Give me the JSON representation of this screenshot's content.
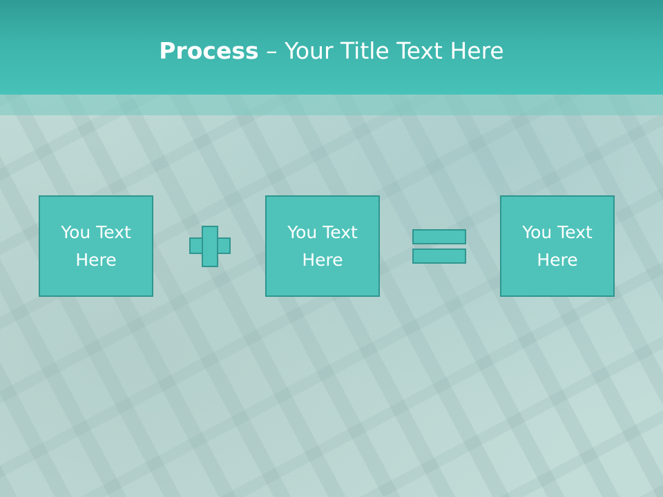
{
  "slide": {
    "title_bold": "Process",
    "title_rest": " – Your Title Text Here",
    "boxes": [
      {
        "line1": "You Text",
        "line2": "Here"
      },
      {
        "line1": "You Text",
        "line2": "Here"
      },
      {
        "line1": "You Text",
        "line2": "Here"
      }
    ],
    "operators": [
      "plus-icon",
      "equals-icon"
    ]
  },
  "colors": {
    "header": "#3db4ab",
    "box_fill": "#4fc3ba",
    "box_border": "#2f958e",
    "text": "#ffffff"
  }
}
